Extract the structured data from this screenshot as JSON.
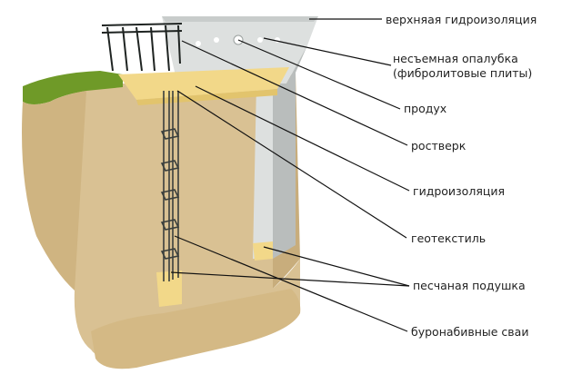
{
  "diagram": {
    "labels": {
      "top_waterproofing": "верхняая гидроизоляция",
      "formwork_line1": "несъемная опалубка",
      "formwork_line2": "(фибролитовые плиты)",
      "vent": "продух",
      "grillage": "ростверк",
      "waterproofing": "гидроизоляция",
      "geotextile": "геотекстиль",
      "sand_cushion": "песчаная подушка",
      "bored_piles": "буронабивные сваи"
    },
    "colors": {
      "soil": "#d9c193",
      "soil_shadow": "#c8ad7c",
      "grass": "#6f9a28",
      "sand": "#f2d889",
      "concrete": "#dde0df",
      "concrete_shadow": "#b9bdbc",
      "rebar": "#3a3f3d",
      "leader_line": "#111111"
    }
  }
}
